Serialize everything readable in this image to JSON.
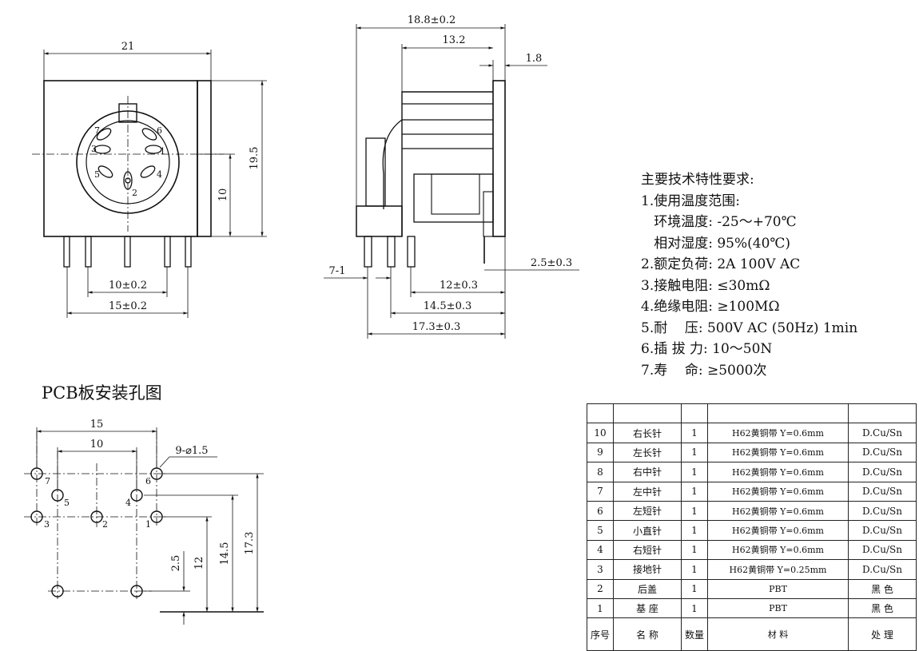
{
  "front_view": {
    "dim_width": "21",
    "dim_height": "19.5",
    "dim_center_height": "10",
    "dim_pin_span_inner": "10±0.2",
    "dim_pin_span_outer": "15±0.2",
    "pin_numbers": [
      "1",
      "2",
      "3",
      "4",
      "5",
      "6",
      "7"
    ]
  },
  "side_view": {
    "dim_total": "18.8±0.2",
    "dim_body": "13.2",
    "dim_flange": "1.8",
    "dim_pin_gap": "7-1",
    "dim_offset": "2.5±0.3",
    "dim_12": "12±0.3",
    "dim_14_5": "14.5±0.3",
    "dim_17_3": "17.3±0.3"
  },
  "specs": {
    "title": "主要技术特性要求:",
    "lines": [
      "1.使用温度范围:",
      "   环境温度: -25～+70℃",
      "   相对湿度: 95%(40℃)",
      "2.额定负荷: 2A 100V AC",
      "3.接触电阻: ≤30mΩ",
      "4.绝缘电阻: ≥100MΩ",
      "5.耐    压: 500V AC (50Hz) 1min",
      "6.插 拔 力: 10～50N",
      "7.寿    命: ≥5000次"
    ]
  },
  "pcb": {
    "title": "PCB板安装孔图",
    "dim_15": "15",
    "dim_10": "10",
    "hole_note": "9-⌀1.5",
    "dim_2_5": "2.5",
    "dim_12": "12",
    "dim_14_5": "14.5",
    "dim_17_3": "17.3",
    "hole_labels": [
      "7",
      "6",
      "5",
      "4",
      "3",
      "2",
      "1"
    ]
  },
  "bom": {
    "rows": [
      {
        "no": "10",
        "name": "右长针",
        "qty": "1",
        "material": "H62黄铜带 Y=0.6mm",
        "finish": "D.Cu/Sn"
      },
      {
        "no": "9",
        "name": "左长针",
        "qty": "1",
        "material": "H62黄铜带 Y=0.6mm",
        "finish": "D.Cu/Sn"
      },
      {
        "no": "8",
        "name": "右中针",
        "qty": "1",
        "material": "H62黄铜带 Y=0.6mm",
        "finish": "D.Cu/Sn"
      },
      {
        "no": "7",
        "name": "左中针",
        "qty": "1",
        "material": "H62黄铜带 Y=0.6mm",
        "finish": "D.Cu/Sn"
      },
      {
        "no": "6",
        "name": "左短针",
        "qty": "1",
        "material": "H62黄铜带 Y=0.6mm",
        "finish": "D.Cu/Sn"
      },
      {
        "no": "5",
        "name": "小直针",
        "qty": "1",
        "material": "H62黄铜带 Y=0.6mm",
        "finish": "D.Cu/Sn"
      },
      {
        "no": "4",
        "name": "右短针",
        "qty": "1",
        "material": "H62黄铜带 Y=0.6mm",
        "finish": "D.Cu/Sn"
      },
      {
        "no": "3",
        "name": "接地针",
        "qty": "1",
        "material": "H62黄铜带 Y=0.25mm",
        "finish": "D.Cu/Sn"
      },
      {
        "no": "2",
        "name": "后盖",
        "qty": "1",
        "material": "PBT",
        "finish": "黑 色"
      },
      {
        "no": "1",
        "name": "基 座",
        "qty": "1",
        "material": "PBT",
        "finish": "黑 色"
      }
    ],
    "header": {
      "no": "序号",
      "name": "名  称",
      "qty": "数量",
      "material": "材    料",
      "finish": "处  理"
    }
  }
}
